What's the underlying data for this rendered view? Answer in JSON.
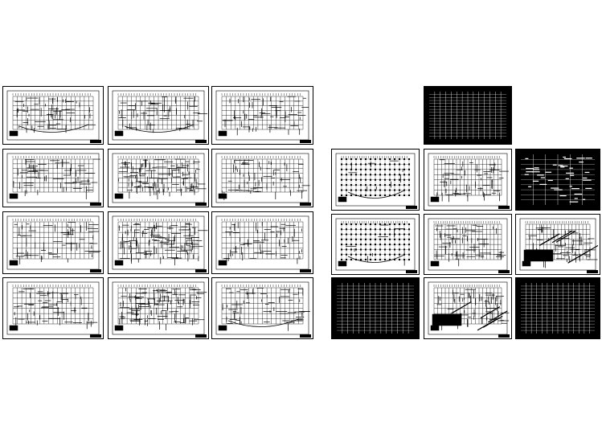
{
  "drawing_set": {
    "left_group": {
      "sheets": [
        {
          "kind": "plan-curved"
        },
        {
          "kind": "plan-curved"
        },
        {
          "kind": "plan"
        },
        {
          "kind": "plan"
        },
        {
          "kind": "plan-dense"
        },
        {
          "kind": "plan"
        },
        {
          "kind": "plan"
        },
        {
          "kind": "plan-dense"
        },
        {
          "kind": "plan"
        },
        {
          "kind": "plan"
        },
        {
          "kind": "plan-dense"
        },
        {
          "kind": "plan-curved"
        }
      ]
    },
    "right_group": {
      "sheets": [
        {
          "kind": "table"
        },
        {
          "kind": "column-grid"
        },
        {
          "kind": "plan"
        },
        {
          "kind": "notes"
        },
        {
          "kind": "column-grid"
        },
        {
          "kind": "plan"
        },
        {
          "kind": "details"
        },
        {
          "kind": "table"
        },
        {
          "kind": "sections"
        },
        {
          "kind": "table"
        }
      ]
    }
  }
}
